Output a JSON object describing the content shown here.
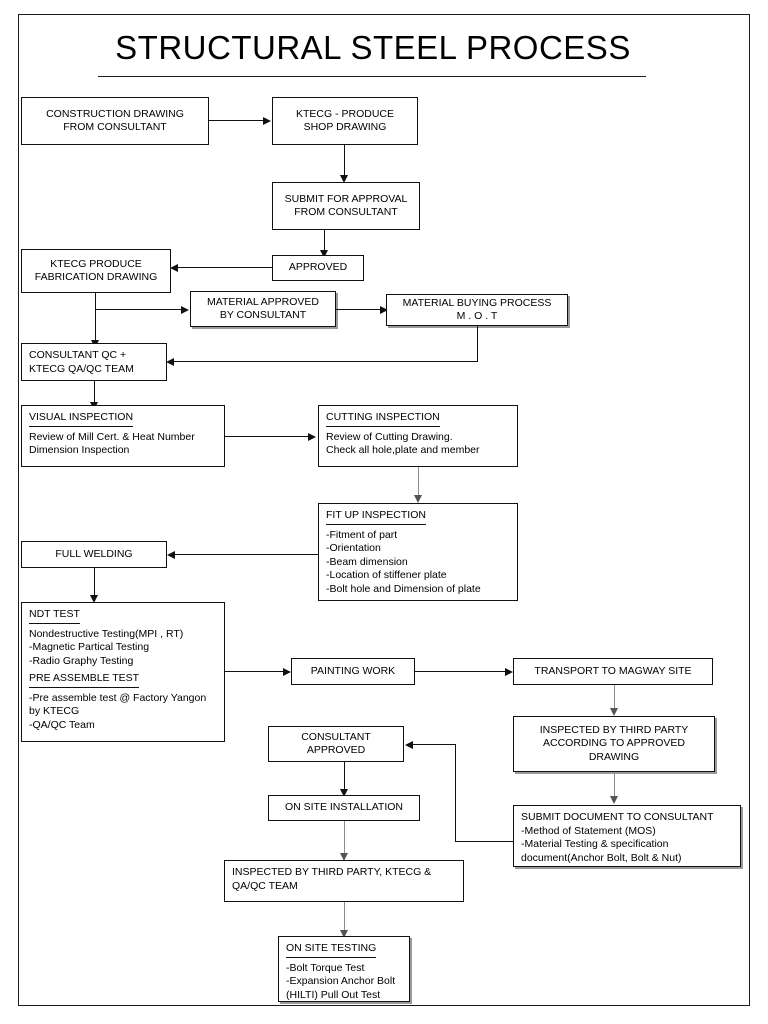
{
  "document": {
    "title": "STRUCTURAL STEEL PROCESS"
  },
  "nodes": {
    "construction_drawing": {
      "line1": "CONSTRUCTION DRAWING",
      "line2": "FROM CONSULTANT"
    },
    "ktecg_shop_drawing": {
      "line1": "KTECG - PRODUCE",
      "line2": "SHOP DRAWING"
    },
    "submit_for_approval": {
      "line1": "SUBMIT FOR APPROVAL",
      "line2": "FROM CONSULTANT"
    },
    "approved": {
      "line1": "APPROVED"
    },
    "ktecg_fabrication": {
      "line1": "KTECG PRODUCE",
      "line2": "FABRICATION DRAWING"
    },
    "material_approved": {
      "line1": "MATERIAL APPROVED",
      "line2": "BY CONSULTANT"
    },
    "material_buying": {
      "line1": "MATERIAL BUYING PROCESS",
      "line2": "M . O . T"
    },
    "consultant_qc": {
      "line1": "CONSULTANT QC +",
      "line2": "KTECG QA/QC TEAM"
    },
    "visual_inspection": {
      "heading": "VISUAL INSPECTION",
      "line1": "Review of Mill Cert. & Heat Number",
      "line2": "Dimension Inspection"
    },
    "cutting_inspection": {
      "heading": "CUTTING INSPECTION",
      "line1": "Review of Cutting Drawing.",
      "line2": "Check all hole,plate and member"
    },
    "fit_up_inspection": {
      "heading": "FIT UP INSPECTION",
      "line1": "-Fitment of part",
      "line2": "-Orientation",
      "line3": "-Beam dimension",
      "line4": "-Location of stiffener plate",
      "line5": "-Bolt hole and Dimension of plate"
    },
    "full_welding": {
      "line1": "FULL WELDING"
    },
    "ndt_test": {
      "heading1": "NDT TEST",
      "line1": "Nondestructive Testing(MPI , RT)",
      "line2": "-Magnetic Partical Testing",
      "line3": "-Radio Graphy Testing",
      "heading2": "PRE ASSEMBLE TEST",
      "line4": "-Pre assemble test @ Factory Yangon",
      "line5": " by KTECG",
      "line6": "-QA/QC Team"
    },
    "painting_work": {
      "line1": "PAINTING WORK"
    },
    "transport_magway": {
      "line1": "TRANSPORT TO MAGWAY SITE"
    },
    "inspected_third_party_approved": {
      "line1": "INSPECTED BY THIRD PARTY",
      "line2": "ACCORDING TO APPROVED",
      "line3": "DRAWING"
    },
    "submit_document": {
      "heading": "SUBMIT  DOCUMENT TO CONSULTANT",
      "line1": "-Method of Statement (MOS)",
      "line2": "-Material Testing & specification",
      "line3": " document(Anchor Bolt, Bolt & Nut)"
    },
    "consultant_approved": {
      "line1": "CONSULTANT",
      "line2": "APPROVED"
    },
    "on_site_installation": {
      "line1": "ON SITE INSTALLATION"
    },
    "inspected_third_party_ktecg": {
      "line1": "INSPECTED BY THIRD PARTY, KTECG &",
      "line2": "QA/QC TEAM"
    },
    "on_site_testing": {
      "heading": "ON SITE TESTING",
      "line1": "-Bolt Torque Test",
      "line2": "-Expansion Anchor Bolt",
      "line3": "(HILTI) Pull Out Test"
    }
  },
  "colors": {
    "line": "#111111",
    "grey_line": "#8d8d8d",
    "background": "#ffffff"
  }
}
